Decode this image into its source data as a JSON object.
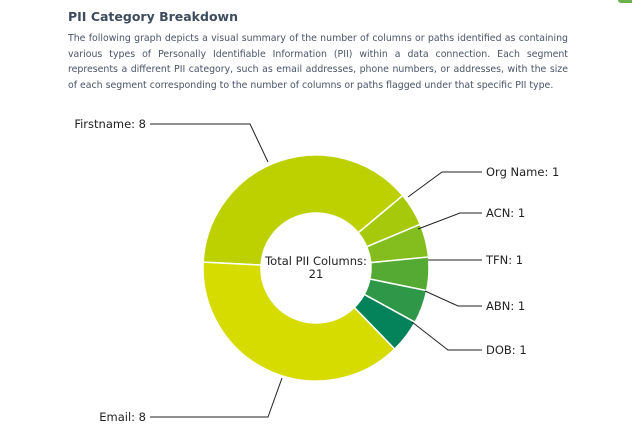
{
  "header": {
    "title": "PII Category Breakdown",
    "description": "The following graph depicts a visual summary of the number of columns or paths identified as containing various types of Personally Identifiable Information (PII) within a data connection. Each segment represents a different PII category, such as email addresses, phone numbers, or addresses, with the size of each segment corresponding to the number of columns or paths flagged under that specific PII type."
  },
  "chart_data": {
    "type": "pie",
    "donut": true,
    "center_label": "Total PII Columns:",
    "center_value": "21",
    "slices": [
      {
        "label": "Firstname",
        "value": 8,
        "display": "Firstname: 8",
        "color": "#bdd000"
      },
      {
        "label": "Org Name",
        "value": 1,
        "display": "Org Name: 1",
        "color": "#a6c90c"
      },
      {
        "label": "ACN",
        "value": 1,
        "display": "ACN: 1",
        "color": "#84bd1e"
      },
      {
        "label": "TFN",
        "value": 1,
        "display": "TFN: 1",
        "color": "#55aa33"
      },
      {
        "label": "ABN",
        "value": 1,
        "display": "ABN: 1",
        "color": "#2e9848"
      },
      {
        "label": "DOB",
        "value": 1,
        "display": "DOB: 1",
        "color": "#04825a"
      },
      {
        "label": "Email",
        "value": 8,
        "display": "Email: 8",
        "color": "#d6db00"
      }
    ],
    "legend": "none"
  }
}
